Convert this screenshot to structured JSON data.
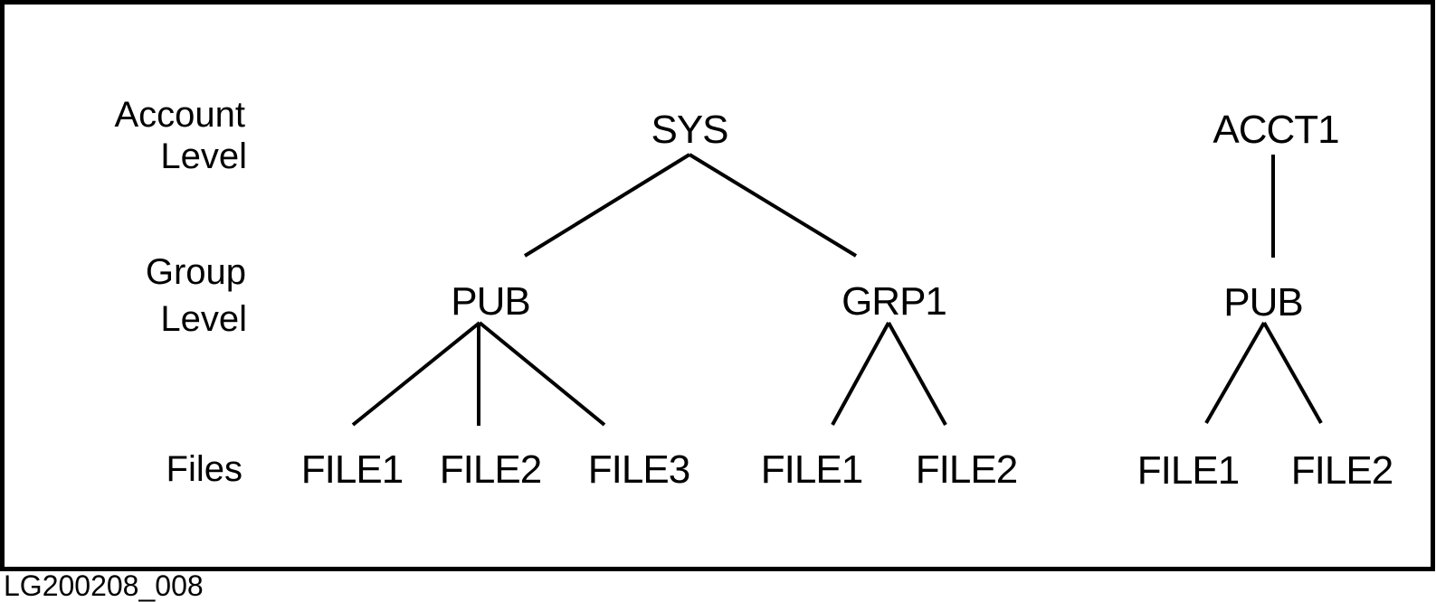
{
  "figure": {
    "caption": "LG200208_008",
    "colors": {
      "line": "#000000",
      "text": "#000000",
      "background": "#ffffff"
    }
  },
  "row_labels": {
    "account": [
      "Account",
      "Level"
    ],
    "group": [
      "Group",
      "Level"
    ],
    "files": "Files"
  },
  "hierarchy": {
    "trees": [
      {
        "account": "SYS",
        "groups": [
          {
            "name": "PUB",
            "files": [
              "FILE1",
              "FILE2",
              "FILE3"
            ]
          },
          {
            "name": "GRP1",
            "files": [
              "FILE1",
              "FILE2"
            ]
          }
        ]
      },
      {
        "account": "ACCT1",
        "groups": [
          {
            "name": "PUB",
            "files": [
              "FILE1",
              "FILE2"
            ]
          }
        ]
      }
    ]
  }
}
